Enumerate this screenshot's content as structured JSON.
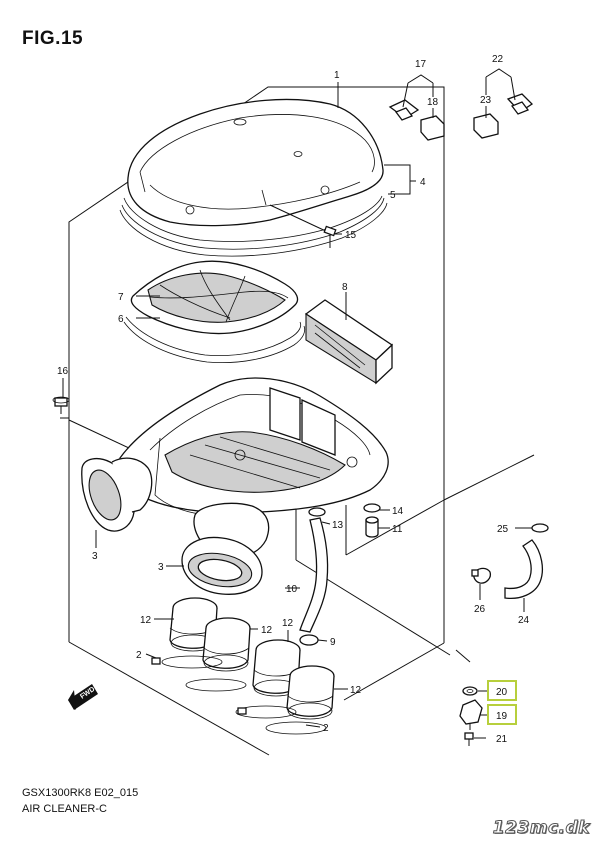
{
  "figure": {
    "title": "FIG.15",
    "model_code": "GSX1300RK8 E02_015",
    "name": "AIR CLEANER-C",
    "watermark": "123mc.dk",
    "fwd_label": "FWD"
  },
  "callouts": {
    "p1": "1",
    "p2a": "2",
    "p2b": "2",
    "p3a": "3",
    "p3b": "3",
    "p4": "4",
    "p5": "5",
    "p6": "6",
    "p7": "7",
    "p8": "8",
    "p9": "9",
    "p10": "10",
    "p11": "11",
    "p12a": "12",
    "p12b": "12",
    "p12c": "12",
    "p12d": "12",
    "p13": "13",
    "p14": "14",
    "p15": "15",
    "p16": "16",
    "p17": "17",
    "p18": "18",
    "p19": "19",
    "p20": "20",
    "p21": "21",
    "p22": "22",
    "p23": "23",
    "p24": "24",
    "p25": "25",
    "p26": "26"
  },
  "highlighted_parts": [
    "19",
    "20"
  ],
  "colors": {
    "highlight": "#b7cf3c",
    "line": "#111111",
    "background": "#ffffff"
  }
}
